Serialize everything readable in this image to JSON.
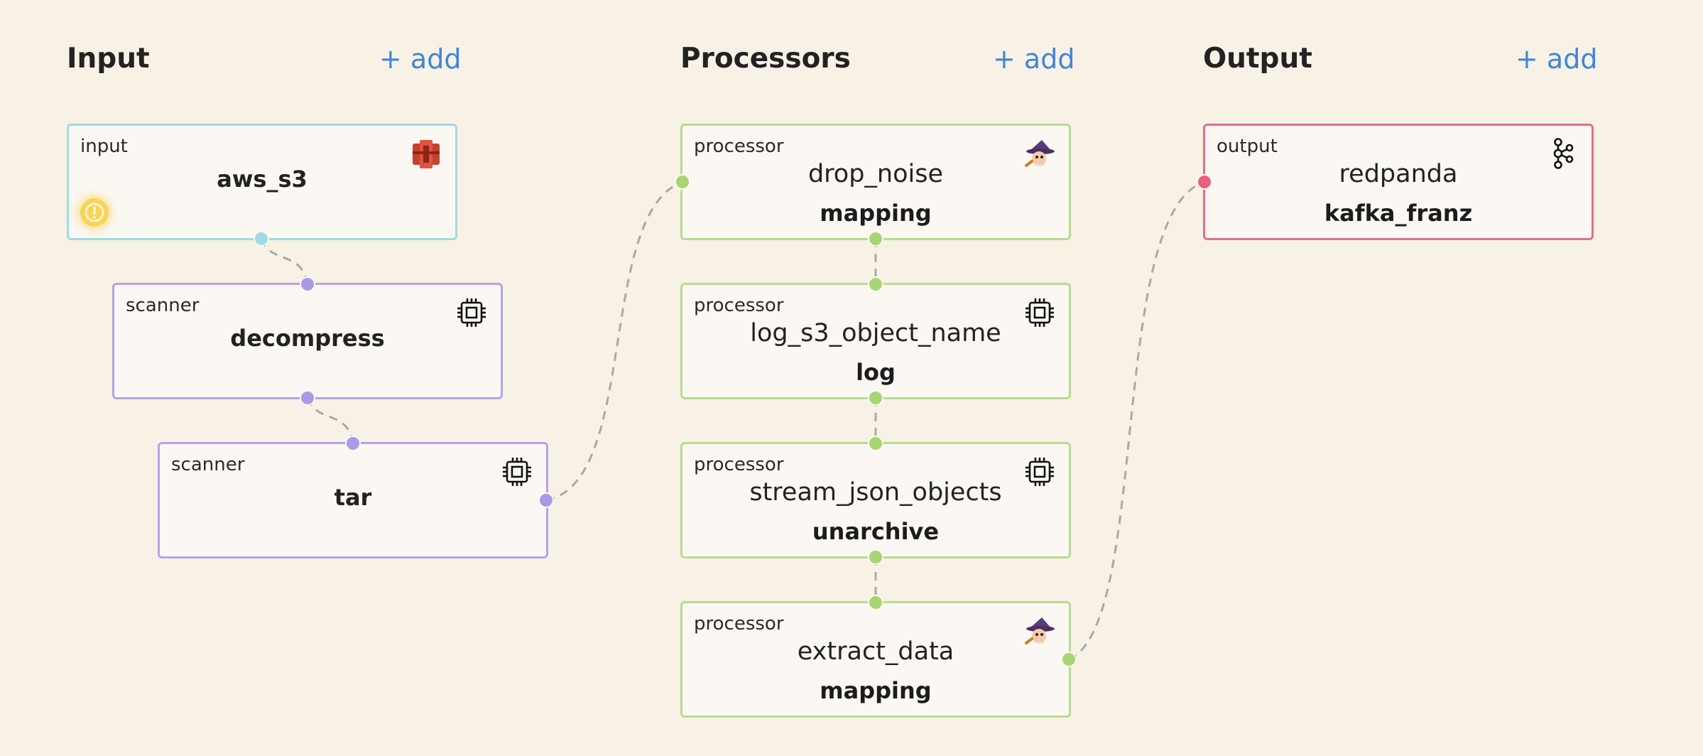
{
  "columns": {
    "input": {
      "title": "Input",
      "add_label": "+ add"
    },
    "processors": {
      "title": "Processors",
      "add_label": "+ add"
    },
    "output": {
      "title": "Output",
      "add_label": "+ add"
    }
  },
  "nodes": {
    "aws_s3": {
      "kind": "input",
      "name": "aws_s3",
      "icon": "aws-s3-icon",
      "status": "warning-icon"
    },
    "decompress": {
      "kind": "scanner",
      "name": "decompress",
      "icon": "chip-icon"
    },
    "tar": {
      "kind": "scanner",
      "name": "tar",
      "icon": "chip-icon"
    },
    "drop_noise": {
      "kind": "processor",
      "label": "drop_noise",
      "name": "mapping",
      "icon": "bloblang-wizard-icon"
    },
    "log_s3_object_name": {
      "kind": "processor",
      "label": "log_s3_object_name",
      "name": "log",
      "icon": "chip-icon"
    },
    "stream_json_objects": {
      "kind": "processor",
      "label": "stream_json_objects",
      "name": "unarchive",
      "icon": "chip-icon"
    },
    "extract_data": {
      "kind": "processor",
      "label": "extract_data",
      "name": "mapping",
      "icon": "bloblang-wizard-icon"
    },
    "redpanda": {
      "kind": "output",
      "label": "redpanda",
      "name": "kafka_franz",
      "icon": "kafka-icon"
    }
  },
  "colors": {
    "background": "#f8f1e6",
    "link": "#3f86d8",
    "input_border": "#9fdbe4",
    "scanner_border": "#b3a4ea",
    "processor_border": "#b6dc8f",
    "output_border": "#e06e8e",
    "wire": "#a9a9a6"
  }
}
